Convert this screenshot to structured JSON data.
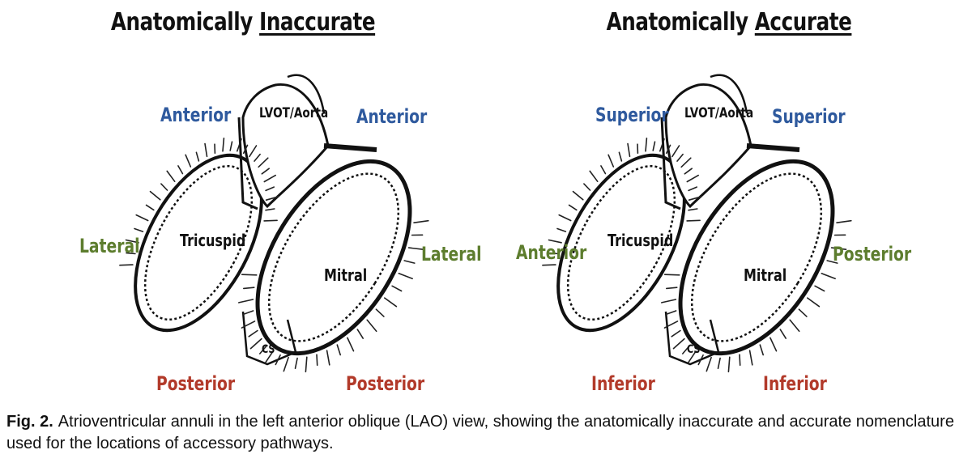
{
  "panels": [
    {
      "title_prefix": "Anatomically ",
      "title_emph": "Inaccurate",
      "labels": {
        "top_left": "Anterior",
        "top_right": "Anterior",
        "mid_left": "Lateral",
        "mid_right": "Lateral",
        "bottom_left": "Posterior",
        "bottom_right": "Posterior"
      },
      "inner": {
        "aorta": "LVOT/Aorta",
        "tricuspid": "Tricuspid",
        "mitral": "Mitral",
        "cs": "CS"
      }
    },
    {
      "title_prefix": "Anatomically ",
      "title_emph": "Accurate",
      "labels": {
        "top_left": "Superior",
        "top_right": "Superior",
        "mid_left": "Anterior",
        "mid_right": "Posterior",
        "bottom_left": "Inferior",
        "bottom_right": "Inferior"
      },
      "inner": {
        "aorta": "LVOT/Aorta",
        "tricuspid": "Tricuspid",
        "mitral": "Mitral",
        "cs": "CS"
      }
    }
  ],
  "caption": {
    "label": "Fig. 2.",
    "text": "Atrioventricular annuli in the left anterior oblique (LAO) view, showing the anatomically inaccurate and accurate nomenclature used for the locations of accessory pathways."
  },
  "colors": {
    "top": "#2f5a9e",
    "middle": "#5d7d2e",
    "bottom": "#b23a2a"
  }
}
